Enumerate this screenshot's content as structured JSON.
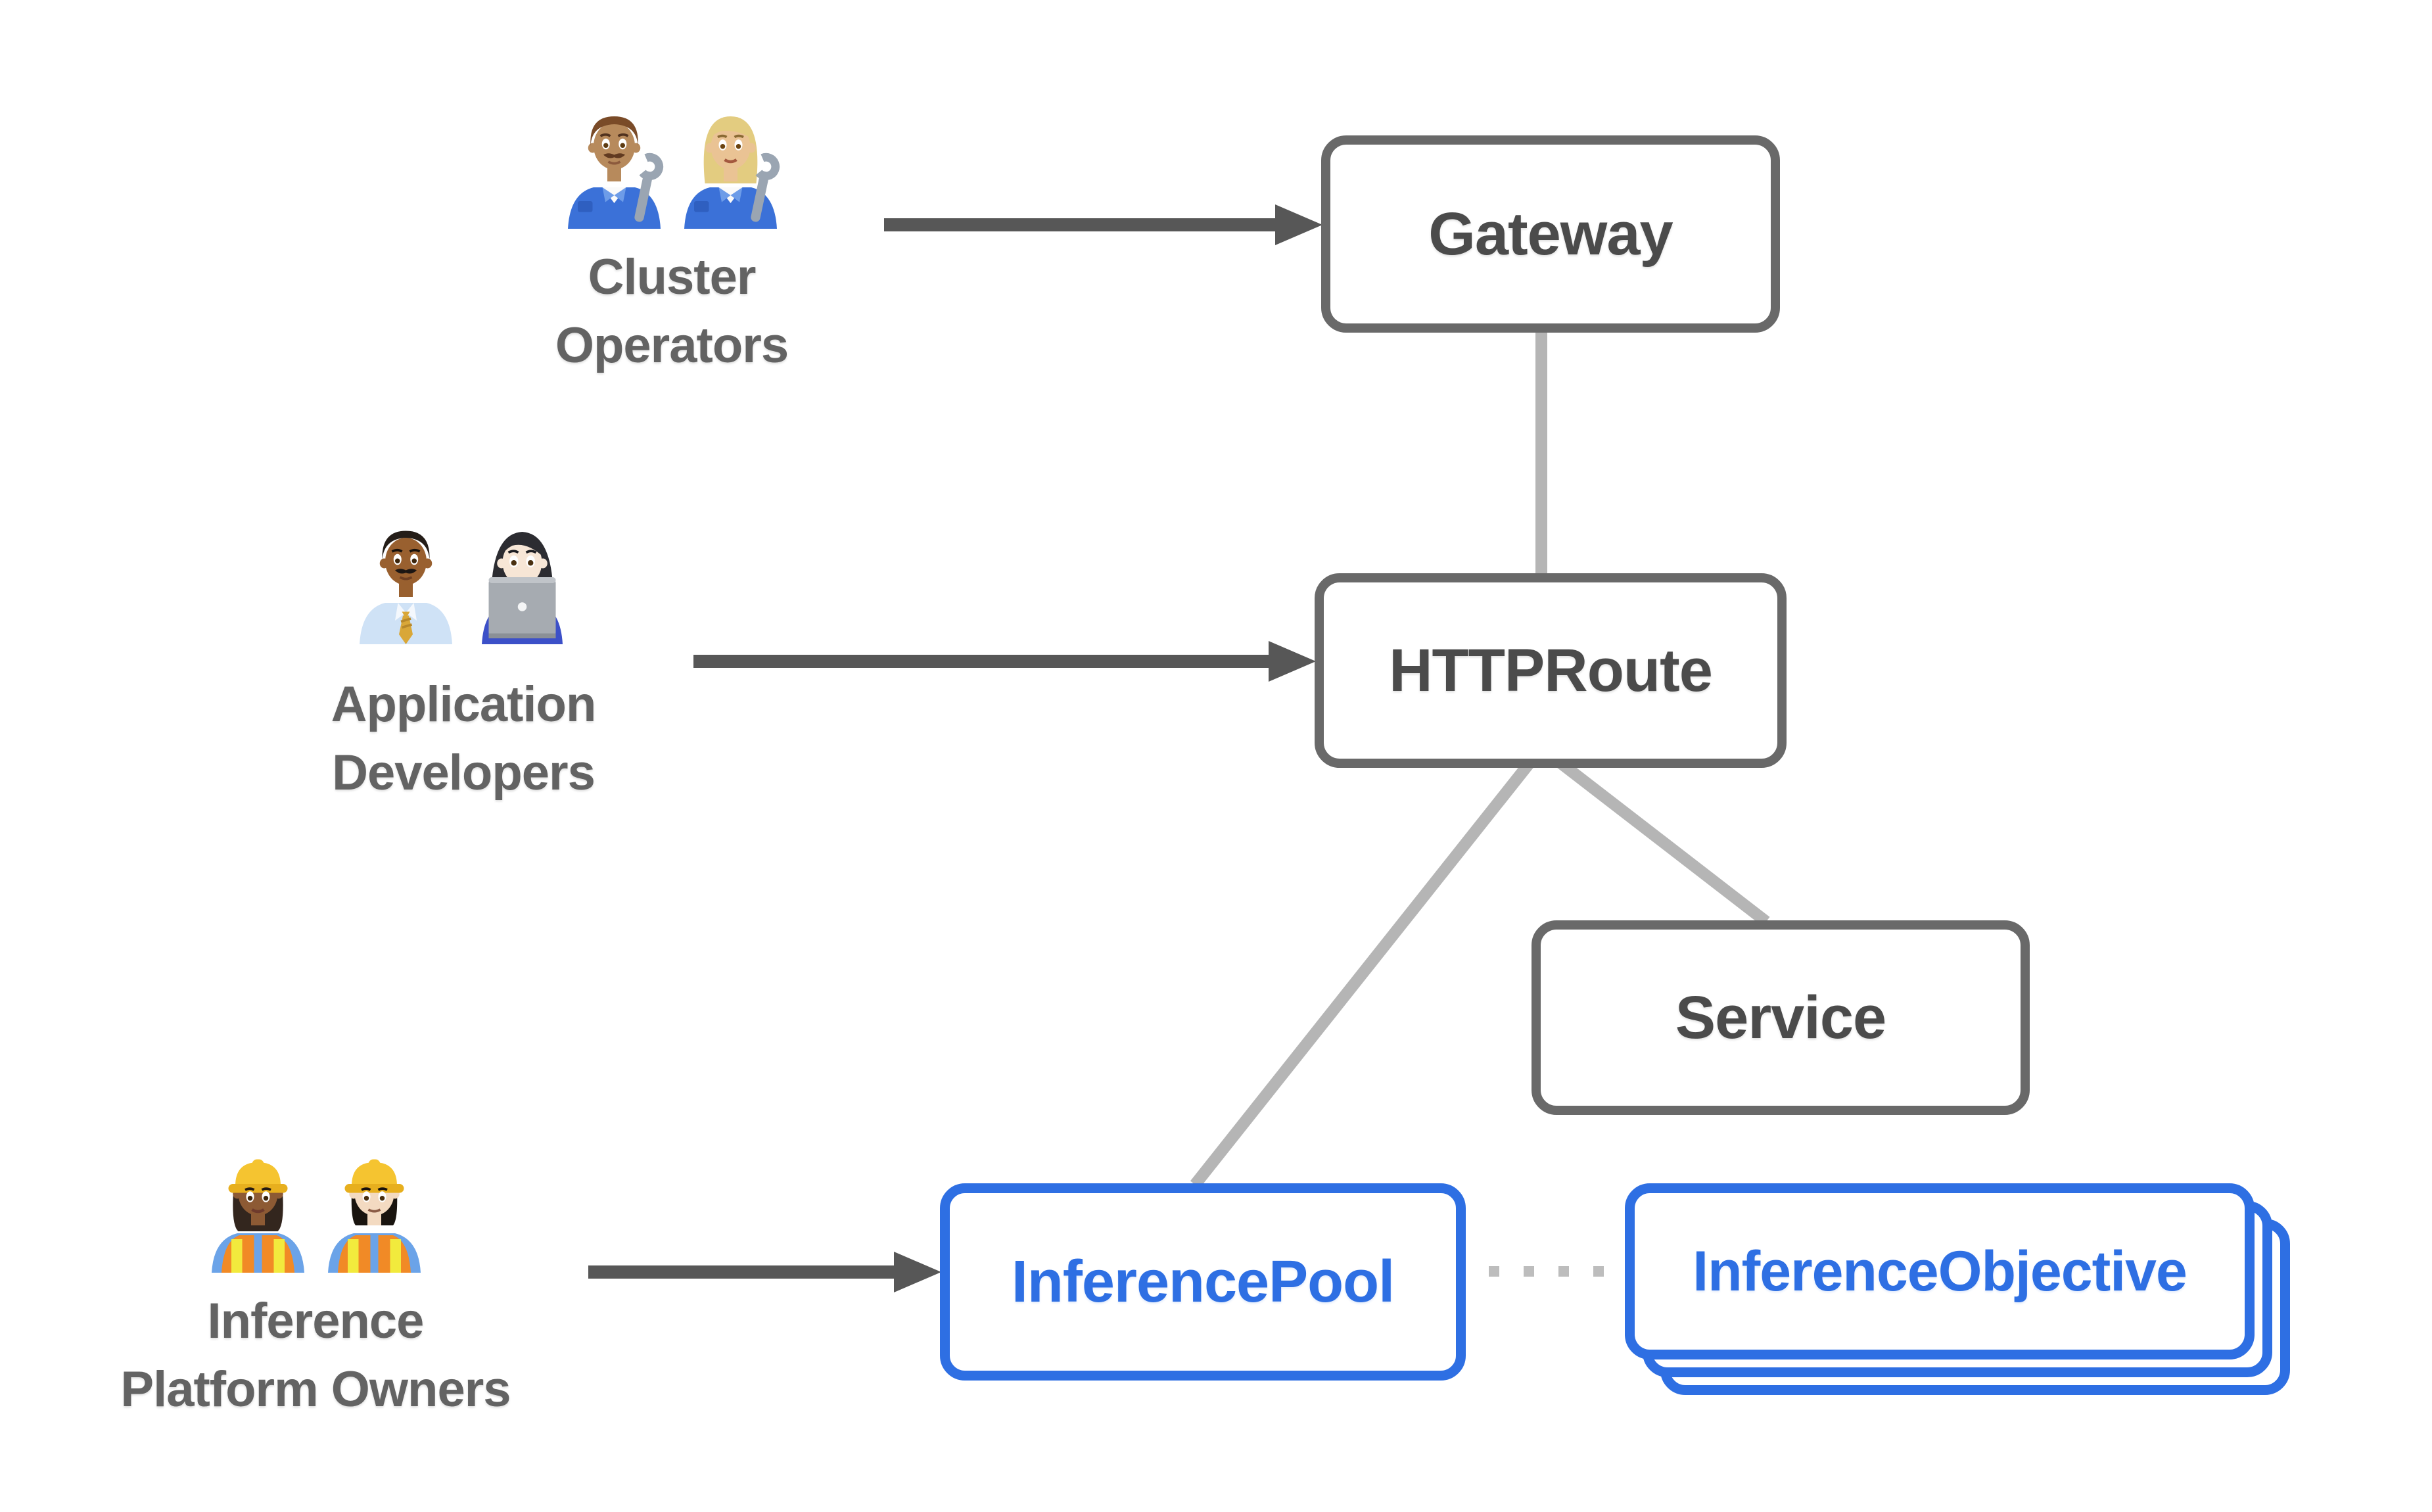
{
  "diagram": {
    "title": "Gateway API inference extension resource model",
    "background_color": "#ffffff",
    "colors": {
      "gray_box_border": "#696969",
      "gray_box_text": "#4b4b4b",
      "blue_accent": "#2e6fe3",
      "persona_label_text": "#636363",
      "connector_line": "#b5b5b5",
      "dotted_line": "#bdbdbd",
      "arrow": "#575757"
    },
    "nodes": {
      "gateway": {
        "label": "Gateway",
        "style": "gray"
      },
      "httproute": {
        "label": "HTTPRoute",
        "style": "gray"
      },
      "service": {
        "label": "Service",
        "style": "gray"
      },
      "inferencepool": {
        "label": "InferencePool",
        "style": "blue"
      },
      "inferenceobjective": {
        "label": "InferenceObjective",
        "style": "blue-stacked",
        "stack_count": 3
      }
    },
    "personas": {
      "cluster_operators": {
        "line1": "Cluster",
        "line2": "Operators",
        "icons": [
          "man-mechanic-icon",
          "woman-mechanic-icon"
        ]
      },
      "application_developers": {
        "line1": "Application",
        "line2": "Developers",
        "icons": [
          "man-office-worker-icon",
          "woman-technologist-icon"
        ]
      },
      "inference_platform_owners": {
        "line1": "Inference",
        "line2": "Platform Owners",
        "icons": [
          "woman-construction-worker-icon",
          "man-construction-worker-icon"
        ]
      }
    },
    "edges": [
      {
        "from": "cluster-operators",
        "to": "gateway",
        "style": "solid-arrow"
      },
      {
        "from": "application-developers",
        "to": "httproute",
        "style": "solid-arrow"
      },
      {
        "from": "inference-platform-owners",
        "to": "inferencepool",
        "style": "solid-arrow"
      },
      {
        "from": "gateway",
        "to": "httproute",
        "style": "plain-line"
      },
      {
        "from": "httproute",
        "to": "inferencepool",
        "style": "plain-line"
      },
      {
        "from": "httproute",
        "to": "service",
        "style": "plain-line"
      },
      {
        "from": "inferencepool",
        "to": "inferenceobjective",
        "style": "dotted-line"
      }
    ]
  }
}
